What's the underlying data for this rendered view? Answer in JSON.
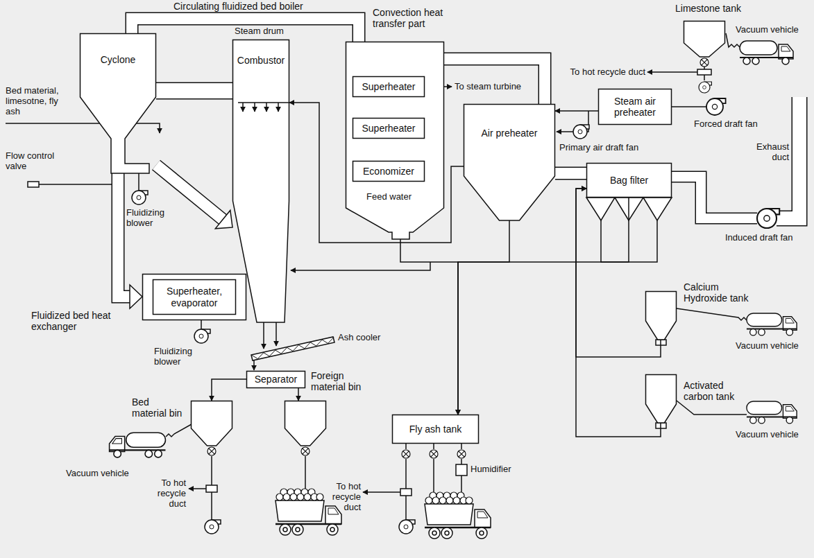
{
  "diagram": {
    "title": "Circulating fluidized bed boiler",
    "nodes": [
      {
        "text": [
          "Cyclone"
        ]
      },
      {
        "text": [
          "Combustor"
        ]
      },
      {
        "text": [
          "Convection heat transfer part"
        ]
      },
      {
        "text": [
          "Superheater"
        ],
        "in": 2
      },
      {
        "text": [
          "Superheater"
        ],
        "in": 2
      },
      {
        "text": [
          "Economizer"
        ],
        "in": 2
      },
      {
        "text": [
          "Air preheater"
        ]
      },
      {
        "text": [
          "Steam air preheater"
        ]
      },
      {
        "text": [
          "Bag filter"
        ]
      },
      {
        "text": [
          "Limestone tank"
        ]
      },
      {
        "text": [
          "Fluidized bed heat exchanger"
        ]
      },
      {
        "text": [
          "Superheater, evaporator"
        ],
        "in": 10
      },
      {
        "text": [
          "Separator"
        ]
      },
      {
        "text": [
          "Bed material bin"
        ]
      },
      {
        "text": [
          "Foreign material bin"
        ]
      },
      {
        "text": [
          "Fly ash tank"
        ]
      },
      {
        "text": [
          "Calcium Hydroxide tank"
        ]
      },
      {
        "text": [
          "Activated carbon tank"
        ]
      }
    ],
    "edges": [
      {
        "from": 1,
        "to": 0,
        "arrow": "none"
      },
      {
        "from": 0,
        "to": 2,
        "arrow": "none"
      },
      {
        "from": 0,
        "to": 1,
        "arrow": "to"
      },
      {
        "from": 0,
        "to": 10,
        "arrow": "to"
      },
      {
        "from": 2,
        "to": 6,
        "arrow": "none"
      },
      {
        "from": 7,
        "to": 6,
        "arrow": "to"
      },
      {
        "from": 6,
        "to": 8,
        "arrow": "none"
      },
      {
        "from": 2,
        "to": 15,
        "arrow": "to"
      },
      {
        "from": 6,
        "to": 15,
        "arrow": "to"
      },
      {
        "from": 8,
        "to": 15,
        "arrow": "to"
      },
      {
        "from": 12,
        "to": 13,
        "arrow": "to"
      },
      {
        "from": 12,
        "to": 14,
        "arrow": "to"
      },
      {
        "from": 16,
        "to": 8,
        "arrow": "to"
      },
      {
        "from": 17,
        "to": 8,
        "arrow": "to"
      },
      {
        "from": 6,
        "to": 1,
        "arrow": "to"
      }
    ],
    "labels": [
      "Steam drum",
      "Bed material, limesotne, fly ash",
      "Flow control valve",
      "Fluidizing blower",
      "To steam turbine",
      "Feed water",
      "To hot recycle duct",
      "Vacuum vehicle",
      "Forced draft fan",
      "Primary air draft fan",
      "Exhaust duct",
      "Induced draft fan",
      "Fluidizing blower",
      "Ash cooler",
      "Vacuum vehicle",
      "Vacuum vehicle",
      "Vacuum vehicle",
      "To hot recycle duct",
      "To hot recycle duct",
      "Humidifier"
    ]
  }
}
